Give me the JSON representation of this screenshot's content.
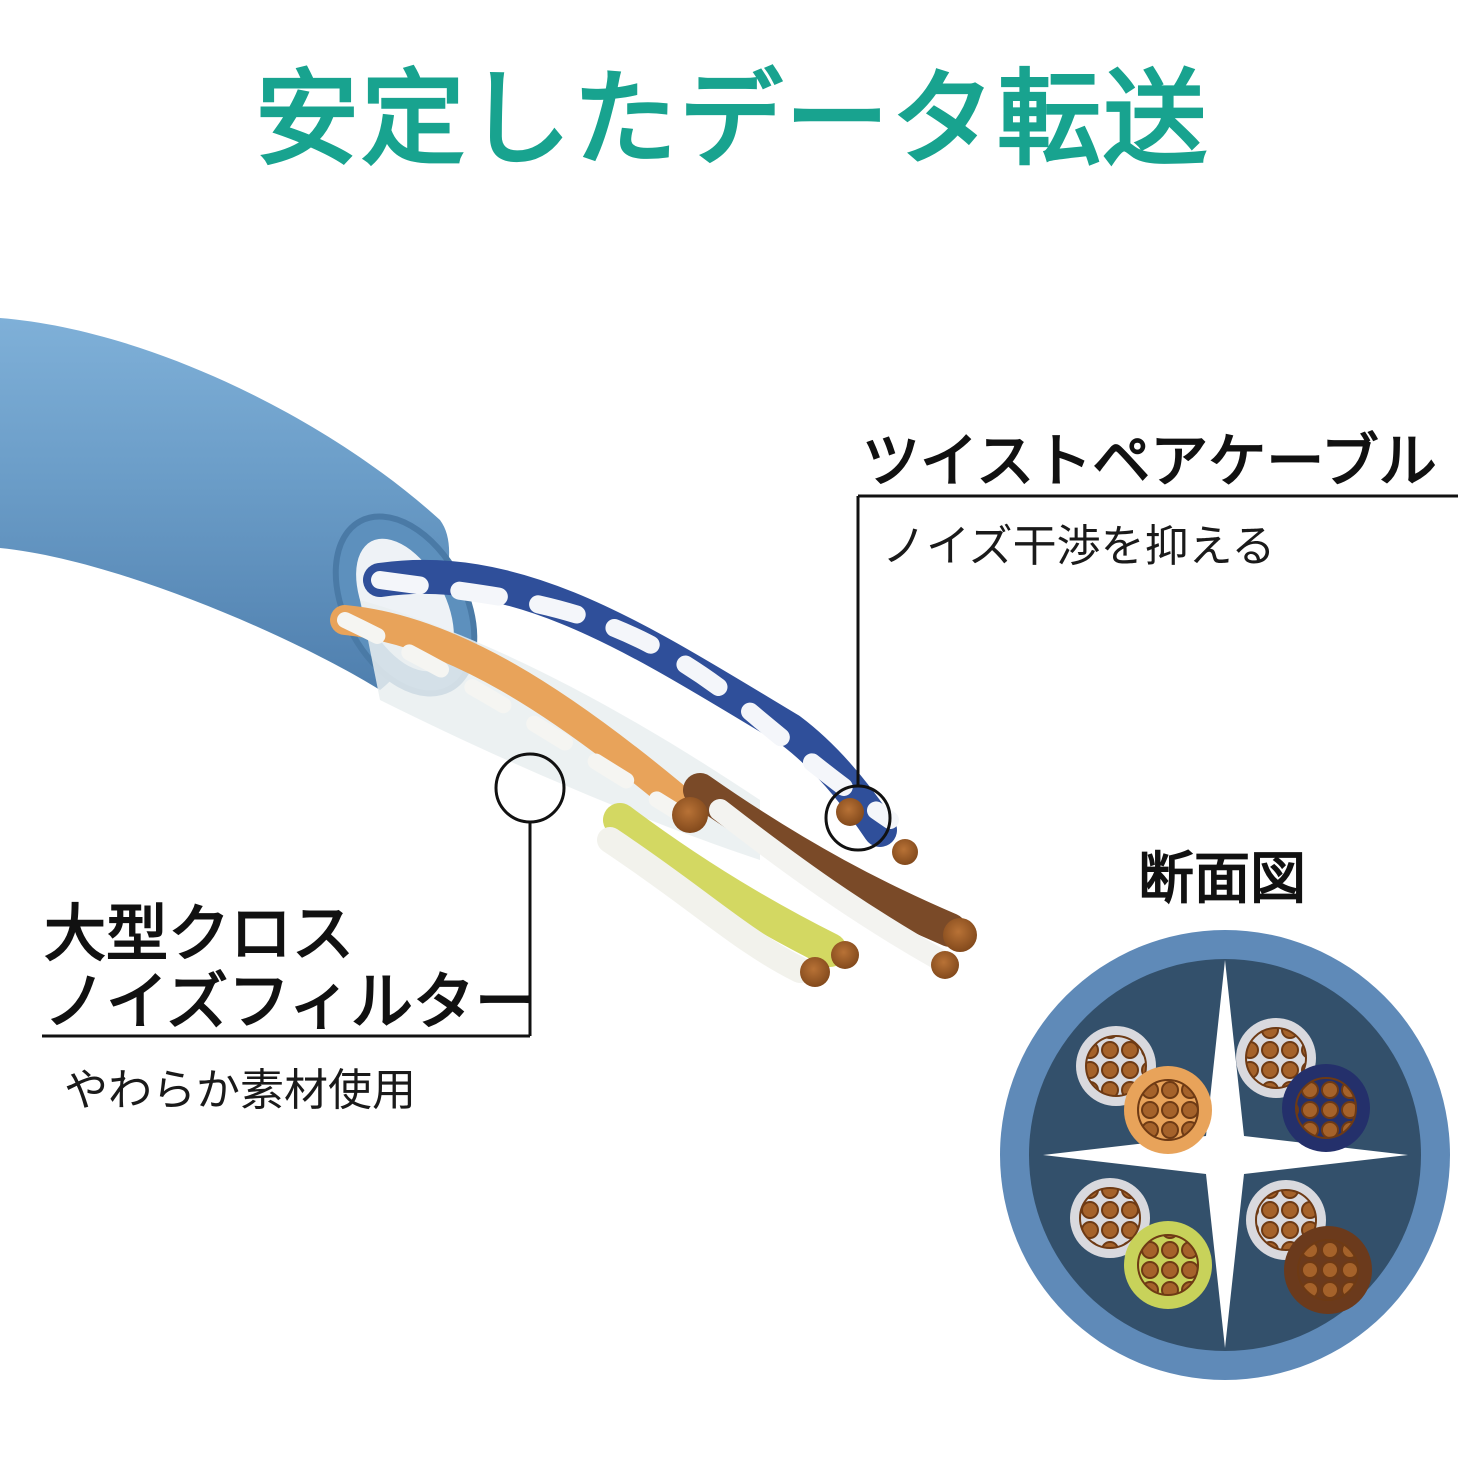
{
  "title": "安定したデータ転送",
  "colors": {
    "title": "#18a38f",
    "jacket": "#6a9cc7",
    "jacket_dark": "#4f7fae",
    "cross_section_outer": "#5f8ab8",
    "cross_section_inner": "#33506b",
    "orange": "#e8a35a",
    "blue": "#24306b",
    "green": "#c8d25a",
    "brown": "#6b3a1c",
    "copper": "#9c5a22"
  },
  "callouts": {
    "twisted_pair": {
      "heading": "ツイストペアケーブル",
      "sub": "ノイズ干渉を抑える"
    },
    "cross_filter": {
      "heading_line1": "大型クロス",
      "heading_line2": "ノイズフィルター",
      "sub": "やわらか素材使用"
    },
    "cross_section": {
      "heading": "断面図"
    }
  }
}
